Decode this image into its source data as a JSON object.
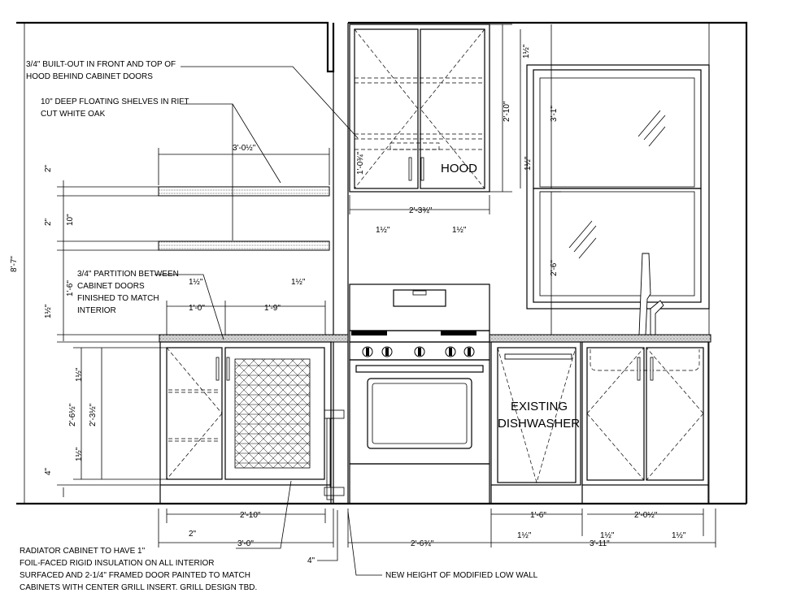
{
  "notes": {
    "hood_note_1": "3/4\" BUILT-OUT IN FRONT AND TOP OF",
    "hood_note_2": "HOOD BEHIND CABINET DOORS",
    "shelves_note_1": "10\" DEEP FLOATING SHELVES IN RIFT",
    "shelves_note_2": "CUT WHITE OAK",
    "partition_note_1": "3/4\" PARTITION BETWEEN",
    "partition_note_2": "CABINET DOORS",
    "partition_note_3": "FINISHED TO MATCH",
    "partition_note_4": "INTERIOR",
    "radiator_note_1": "RADIATOR CABINET TO HAVE 1\"",
    "radiator_note_2": "FOIL-FACED RIGID INSULATION ON ALL INTERIOR",
    "radiator_note_3": "SURFACED AND 2-1/4\" FRAMED DOOR PAINTED TO MATCH",
    "radiator_note_4": "CABINETS WITH CENTER GRILL INSERT. GRILL DESIGN TBD.",
    "low_wall_note": "NEW HEIGHT OF MODIFIED LOW WALL"
  },
  "labels": {
    "hood": "HOOD",
    "dishwasher_1": "EXISTING",
    "dishwasher_2": "DISHWASHER"
  },
  "dims": {
    "overall_height": "8'-7\"",
    "shelf_width": "3'-0½\"",
    "shelf_thk_1": "2\"",
    "shelf_gap": "10\"",
    "shelf_thk_2": "2\"",
    "shelf_to_ctr": "1'-6\"",
    "ctr_thk": "1½\"",
    "base_left_h": "2'-6½\"",
    "base_door_h": "2'-3½\"",
    "toe_kick": "4\"",
    "reveal_top": "1½\"",
    "reveal_bot": "1½\"",
    "door_w_1": "1'-0\"",
    "door_w_2": "1'-9\"",
    "reveal_l": "1½\"",
    "reveal_r": "1½\"",
    "base_w_1": "2'-10\"",
    "base_w_2": "3'-0\"",
    "filler": "2\"",
    "low_wall": "4\"",
    "range_w": "2'-6¾\"",
    "hood_w": "2'-3¾\"",
    "hood_rev_l": "1½\"",
    "hood_rev_r": "1½\"",
    "hood_h": "2'-10\"",
    "hood_top": "1½\"",
    "hood_front": "1'-0¾\"",
    "hood_bot": "1½\"",
    "window_h": "3'-1\"",
    "sill_h": "2'-6\"",
    "dw_w": "1'-6\"",
    "sink_w": "2'-0½\"",
    "right_total": "3'-11\"",
    "rev_1": "1½\"",
    "rev_2": "1½\"",
    "rev_3": "1½\""
  }
}
